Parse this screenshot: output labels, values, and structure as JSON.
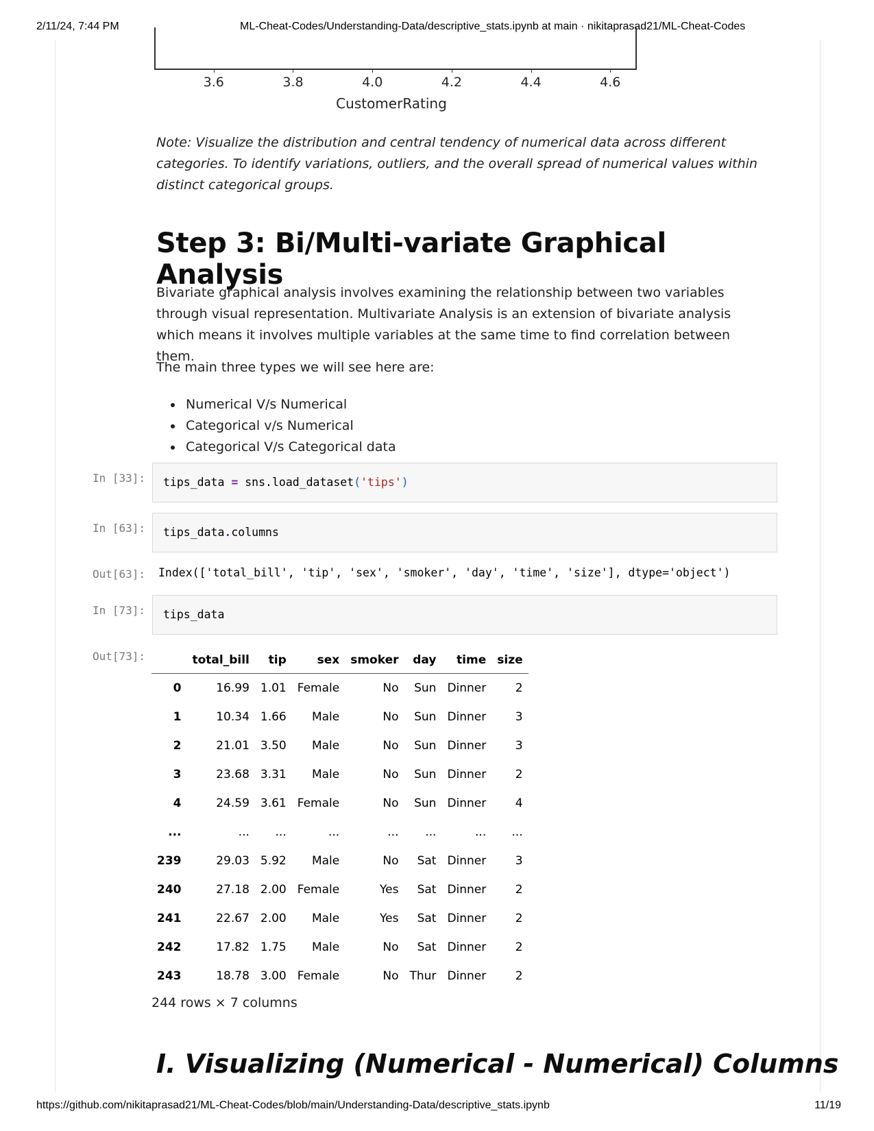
{
  "print_header": {
    "date": "2/11/24, 7:44 PM",
    "title": "ML-Cheat-Codes/Understanding-Data/descriptive_stats.ipynb at main · nikitaprasad21/ML-Cheat-Codes"
  },
  "chart_data": {
    "type": "box",
    "xlabel": "CustomerRating",
    "x_ticks": [
      "3.6",
      "3.8",
      "4.0",
      "4.2",
      "4.4",
      "4.6"
    ],
    "xlim": [
      3.45,
      4.66
    ]
  },
  "note": "Note: Visualize the distribution and central tendency of numerical data across different categories. To identify variations, outliers, and the overall spread of numerical values within distinct categorical groups.",
  "step_heading": "Step 3: Bi/Multi-variate Graphical Analysis",
  "paragraph": "Bivariate graphical analysis involves examining the relationship between two variables through visual representation. Multivariate Analysis is an extension of bivariate analysis which means it involves multiple variables at the same time to find correlation between them.",
  "types_intro": "The main three types we will see here are:",
  "types": [
    "Numerical V/s Numerical",
    "Categorical v/s Numerical",
    "Categorical V/s Categorical data"
  ],
  "cells": {
    "c33": {
      "prompt": "In [33]:",
      "code_var": "tips_data",
      "code_op": "=",
      "code_call": "sns.load_dataset",
      "code_open": "(",
      "code_str": "'tips'",
      "code_close": ")"
    },
    "c63": {
      "prompt": "In [63]:",
      "code_a": "tips_data",
      "code_dot": ".",
      "code_b": "columns",
      "out_prompt": "Out[63]:",
      "output": "Index(['total_bill', 'tip', 'sex', 'smoker', 'day', 'time', 'size'], dtype='object')"
    },
    "c73": {
      "prompt": "In [73]:",
      "code": "tips_data",
      "out_prompt": "Out[73]:"
    }
  },
  "dataframe": {
    "columns": [
      "",
      "total_bill",
      "tip",
      "sex",
      "smoker",
      "day",
      "time",
      "size"
    ],
    "rows": [
      [
        "0",
        "16.99",
        "1.01",
        "Female",
        "No",
        "Sun",
        "Dinner",
        "2"
      ],
      [
        "1",
        "10.34",
        "1.66",
        "Male",
        "No",
        "Sun",
        "Dinner",
        "3"
      ],
      [
        "2",
        "21.01",
        "3.50",
        "Male",
        "No",
        "Sun",
        "Dinner",
        "3"
      ],
      [
        "3",
        "23.68",
        "3.31",
        "Male",
        "No",
        "Sun",
        "Dinner",
        "2"
      ],
      [
        "4",
        "24.59",
        "3.61",
        "Female",
        "No",
        "Sun",
        "Dinner",
        "4"
      ],
      [
        "...",
        "...",
        "...",
        "...",
        "...",
        "...",
        "...",
        "..."
      ],
      [
        "239",
        "29.03",
        "5.92",
        "Male",
        "No",
        "Sat",
        "Dinner",
        "3"
      ],
      [
        "240",
        "27.18",
        "2.00",
        "Female",
        "Yes",
        "Sat",
        "Dinner",
        "2"
      ],
      [
        "241",
        "22.67",
        "2.00",
        "Male",
        "Yes",
        "Sat",
        "Dinner",
        "2"
      ],
      [
        "242",
        "17.82",
        "1.75",
        "Male",
        "No",
        "Sat",
        "Dinner",
        "2"
      ],
      [
        "243",
        "18.78",
        "3.00",
        "Female",
        "No",
        "Thur",
        "Dinner",
        "2"
      ]
    ],
    "footer": "244 rows × 7 columns"
  },
  "next_heading": "I. Visualizing (Numerical - Numerical) Columns",
  "print_footer": {
    "url": "https://github.com/nikitaprasad21/ML-Cheat-Codes/blob/main/Understanding-Data/descriptive_stats.ipynb",
    "page": "11/19"
  }
}
